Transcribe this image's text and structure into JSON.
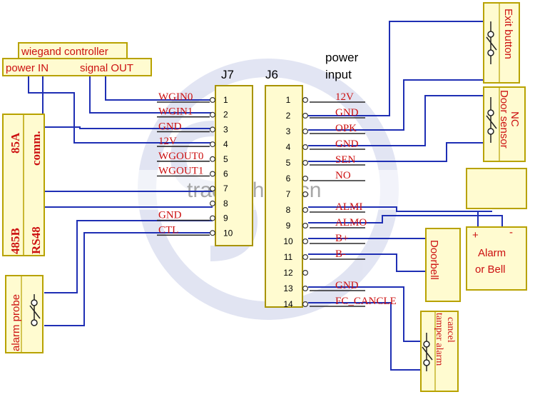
{
  "devices": {
    "wiegand": {
      "title": "wiegand controller",
      "in_label": "power IN",
      "out_label": "signal OUT"
    },
    "rs485": {
      "left": "485B",
      "left_top": "85A",
      "right": "RS48",
      "right_top": "comm."
    },
    "alarm_probe": {
      "label": "alarm probe"
    },
    "exit_button": {
      "label": "Exit button"
    },
    "door_sensor": {
      "nc": "NC",
      "label": "Door sensor"
    },
    "alarm_bell": {
      "line1": "Alarm",
      "line2": "or Bell",
      "plus": "+",
      "minus": "-"
    },
    "doorbell": {
      "label": "Doorbell"
    },
    "cancel_tamper": {
      "line1": "cancel",
      "line2": "tamper alarm"
    }
  },
  "power_input": {
    "line1": "power",
    "line2": "input"
  },
  "watermark": {
    "text": "trade.china.cn"
  },
  "j7": {
    "title": "J7",
    "pins": [
      {
        "num": "1",
        "label": "WGIN0"
      },
      {
        "num": "2",
        "label": "WGIN1"
      },
      {
        "num": "3",
        "label": "GND"
      },
      {
        "num": "4",
        "label": "12V"
      },
      {
        "num": "5",
        "label": "WGOUT0"
      },
      {
        "num": "6",
        "label": "WGOUT1"
      },
      {
        "num": "7",
        "label": ""
      },
      {
        "num": "8",
        "label": ""
      },
      {
        "num": "9",
        "label": "GND"
      },
      {
        "num": "10",
        "label": "CTL"
      }
    ]
  },
  "j6": {
    "title": "J6",
    "pins": [
      {
        "num": "1",
        "label": "12V"
      },
      {
        "num": "2",
        "label": "GND"
      },
      {
        "num": "3",
        "label": "OPK"
      },
      {
        "num": "4",
        "label": "GND"
      },
      {
        "num": "5",
        "label": "SEN"
      },
      {
        "num": "6",
        "label": "NO"
      },
      {
        "num": "7",
        "label": ""
      },
      {
        "num": "8",
        "label": "ALMI"
      },
      {
        "num": "9",
        "label": "ALMO"
      },
      {
        "num": "10",
        "label": "B+"
      },
      {
        "num": "11",
        "label": "B-"
      },
      {
        "num": "12",
        "label": ""
      },
      {
        "num": "13",
        "label": "GND"
      },
      {
        "num": "14",
        "label": "FC_CANCLE"
      }
    ]
  }
}
